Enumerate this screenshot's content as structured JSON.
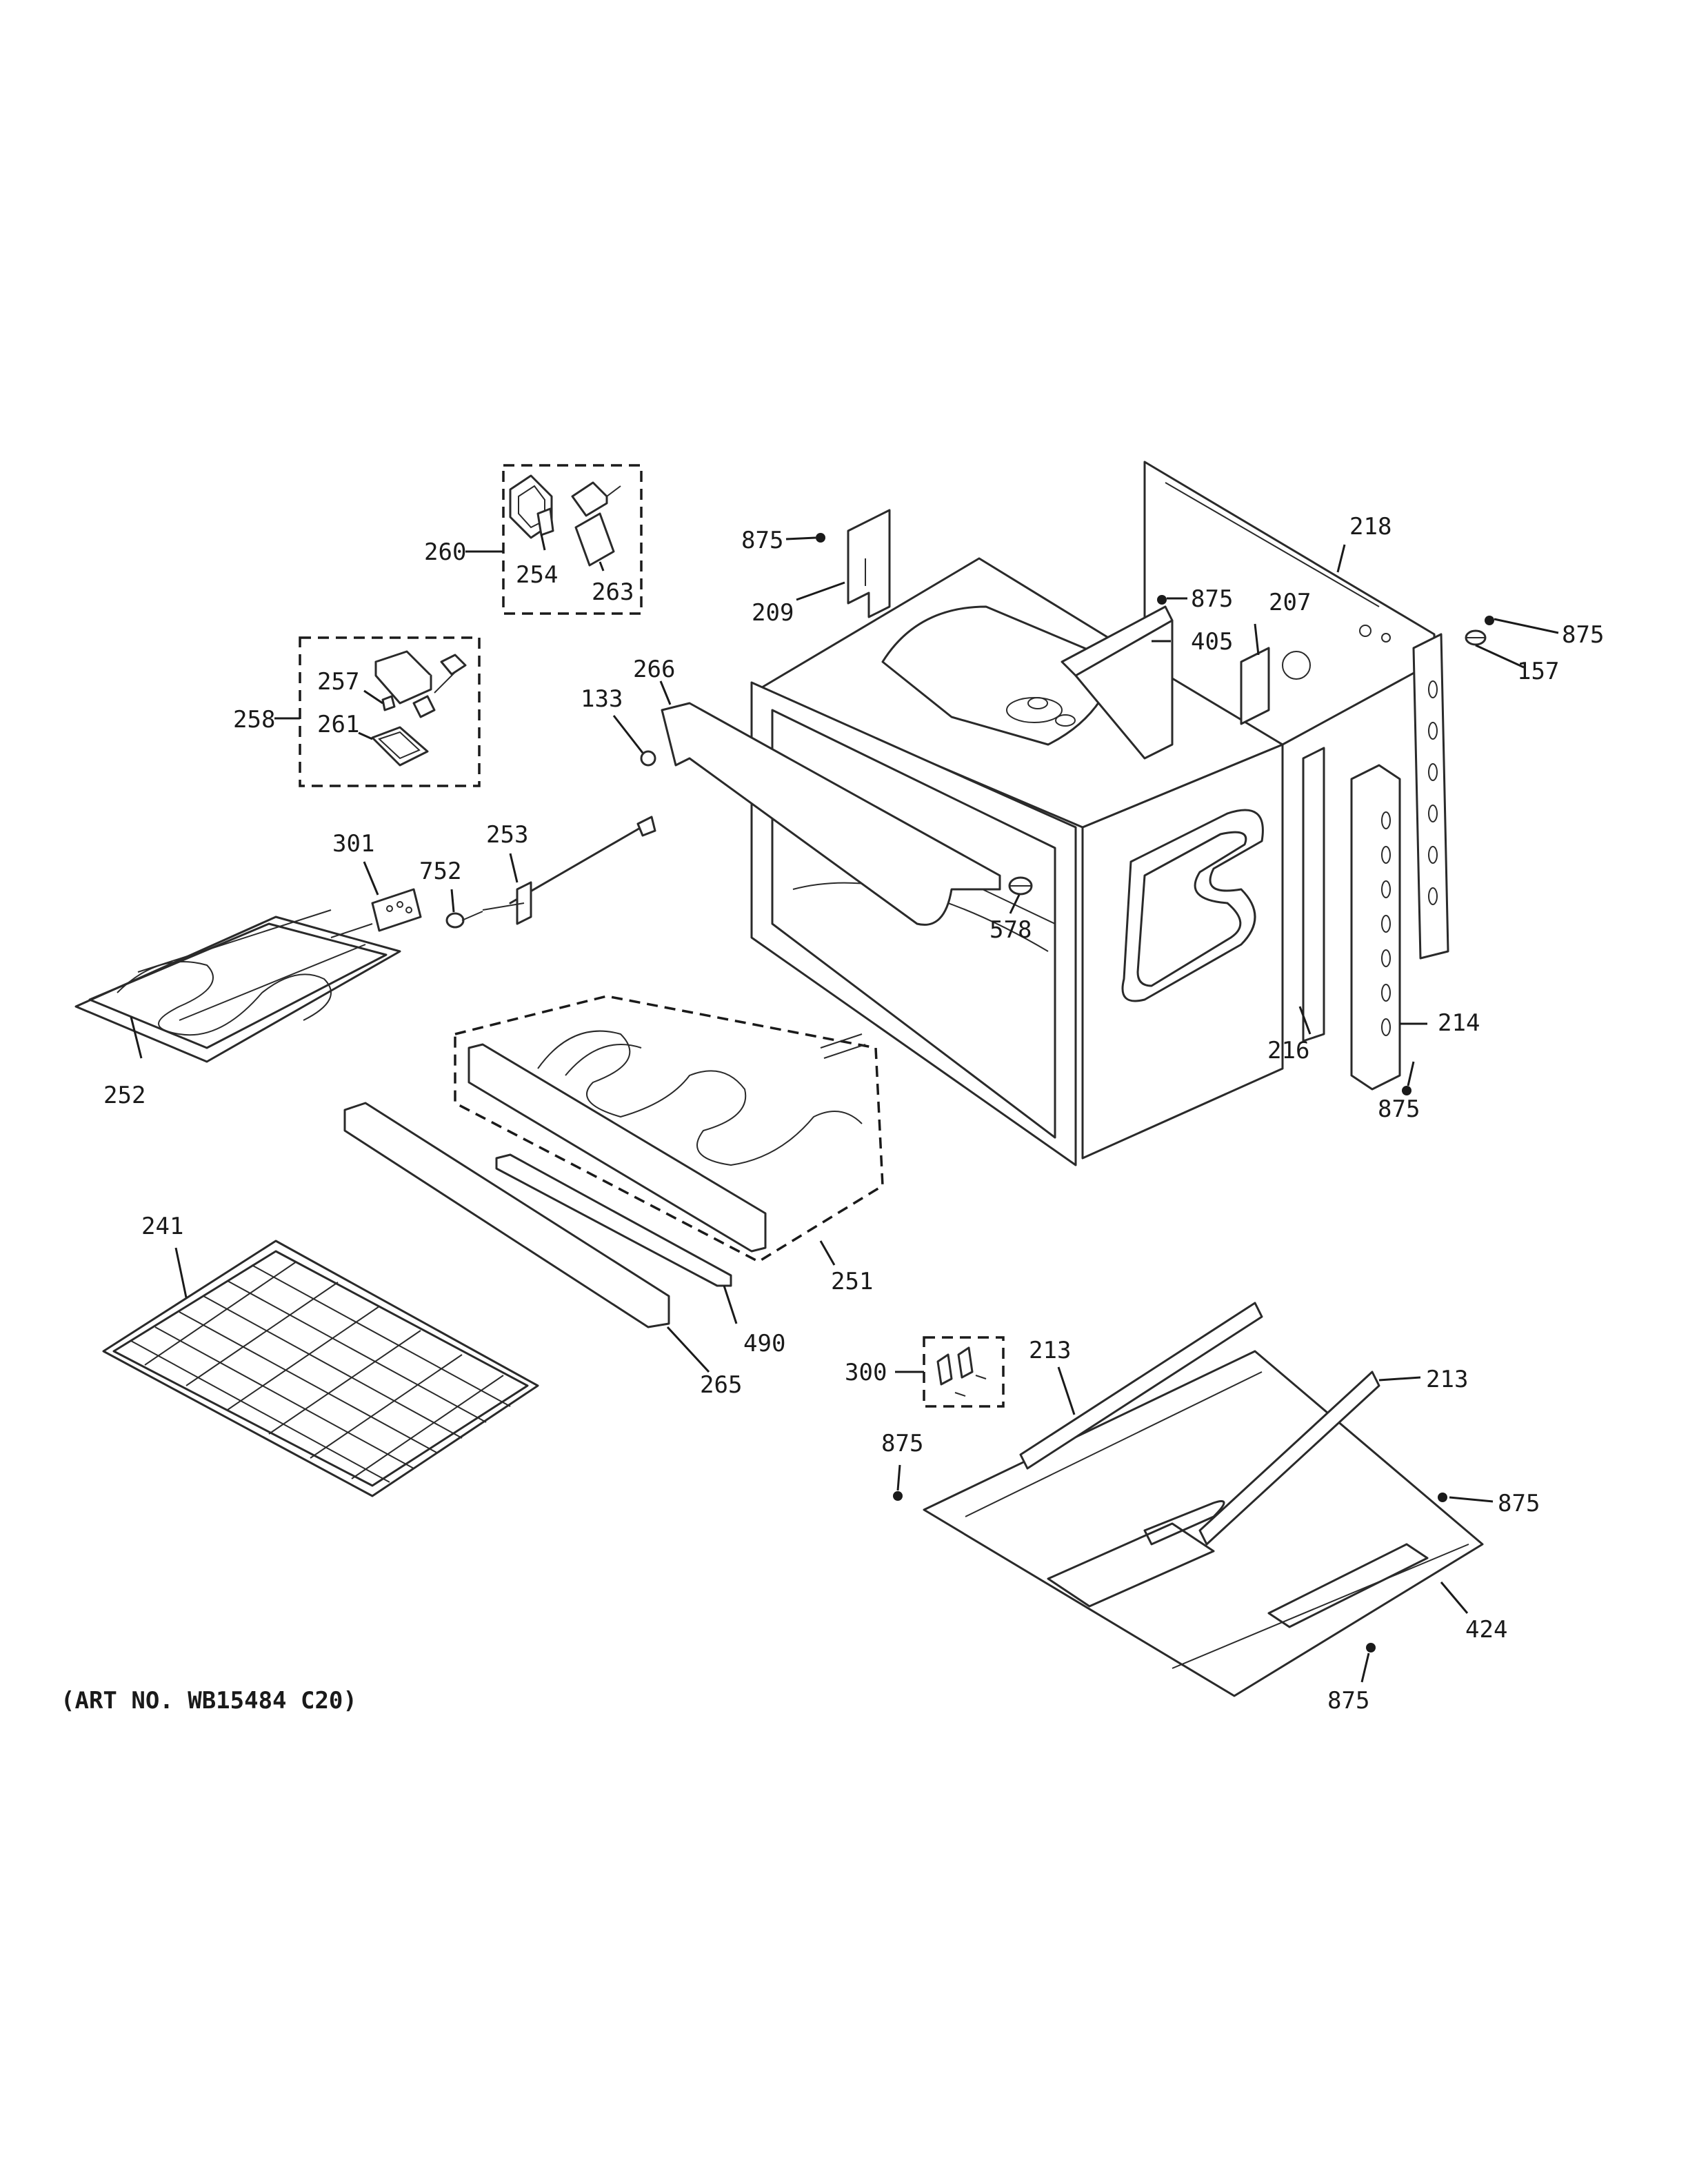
{
  "art_number": "(ART NO. WB15484 C20)",
  "labels": {
    "p875": "875",
    "p209": "209",
    "p218": "218",
    "p207": "207",
    "p405": "405",
    "p157": "157",
    "p260": "260",
    "p254": "254",
    "p263": "263",
    "p258": "258",
    "p257": "257",
    "p261": "261",
    "p133": "133",
    "p266": "266",
    "p301": "301",
    "p752": "752",
    "p253": "253",
    "p252": "252",
    "p578": "578",
    "p216": "216",
    "p214": "214",
    "p251": "251",
    "p241": "241",
    "p490": "490",
    "p265": "265",
    "p300": "300",
    "p213": "213",
    "p424": "424"
  }
}
